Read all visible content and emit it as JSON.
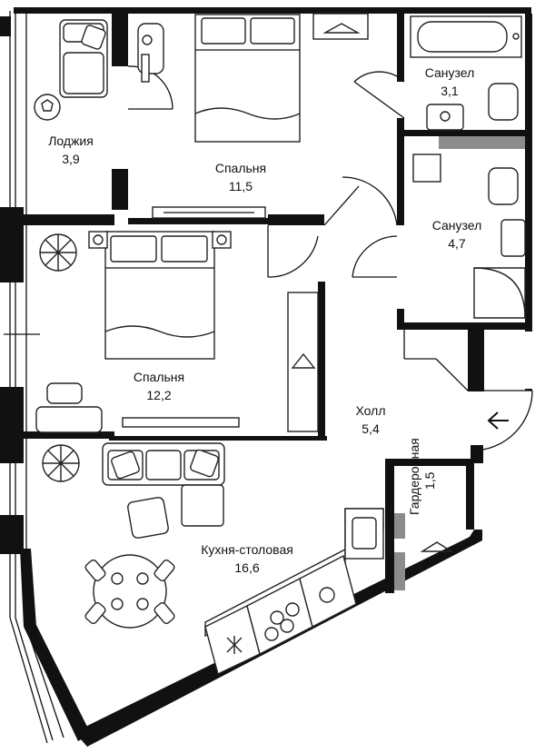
{
  "rooms": {
    "loggia": {
      "name": "Лоджия",
      "area": "3,9"
    },
    "bedroom1": {
      "name": "Спальня",
      "area": "11,5"
    },
    "bathroom1": {
      "name": "Санузел",
      "area": "3,1"
    },
    "bathroom2": {
      "name": "Санузел",
      "area": "4,7"
    },
    "bedroom2": {
      "name": "Спальня",
      "area": "12,2"
    },
    "hall": {
      "name": "Холл",
      "area": "5,4"
    },
    "wardrobe": {
      "name": "Гардеробная",
      "area": "1,5"
    },
    "kitchen": {
      "name": "Кухня-столовая",
      "area": "16,6"
    }
  },
  "entrance_icon": "arrow-left-icon",
  "colors": {
    "walls": "#111111",
    "accent_gray": "#8c8c8c",
    "background": "#ffffff"
  }
}
